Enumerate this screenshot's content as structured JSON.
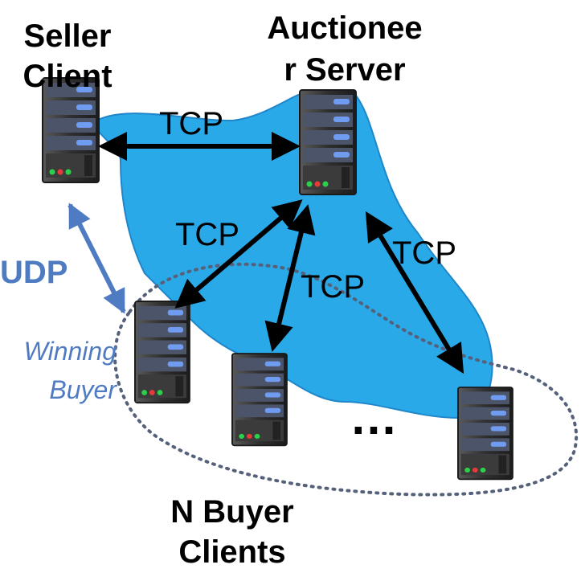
{
  "labels": {
    "seller_line1": "Seller",
    "seller_line2": "Client",
    "auctioneer_line1": "Auctionee",
    "auctioneer_line2": "r Server",
    "buyers_line1": "N Buyer",
    "buyers_line2": "Clients",
    "winning_line1": "Winning",
    "winning_line2": "Buyer",
    "udp": "UDP",
    "tcp": "TCP",
    "ellipsis": "…"
  },
  "nodes": [
    {
      "id": "seller-client",
      "name": "Seller Client"
    },
    {
      "id": "auctioneer-server",
      "name": "Auctioneer Server"
    },
    {
      "id": "winning-buyer",
      "name": "Winning Buyer"
    },
    {
      "id": "buyer-client-2",
      "name": "Buyer Client"
    },
    {
      "id": "buyer-client-n",
      "name": "Buyer Client"
    }
  ],
  "connections": [
    {
      "from": "seller-client",
      "to": "auctioneer-server",
      "protocol": "TCP"
    },
    {
      "from": "auctioneer-server",
      "to": "winning-buyer",
      "protocol": "TCP"
    },
    {
      "from": "auctioneer-server",
      "to": "buyer-client-2",
      "protocol": "TCP"
    },
    {
      "from": "auctioneer-server",
      "to": "buyer-client-n",
      "protocol": "TCP"
    },
    {
      "from": "seller-client",
      "to": "winning-buyer",
      "protocol": "UDP"
    }
  ],
  "colors": {
    "cloud": "#2aa9e8",
    "cloud_edge": "#1f86c9",
    "udp_accent": "#4f7bc2",
    "server_body": "#3a3a3a",
    "server_light": "#6f7f9a",
    "server_led_blue": "#5b8be8",
    "arrow": "#000000",
    "buyer_group_outline": "#55617a"
  }
}
